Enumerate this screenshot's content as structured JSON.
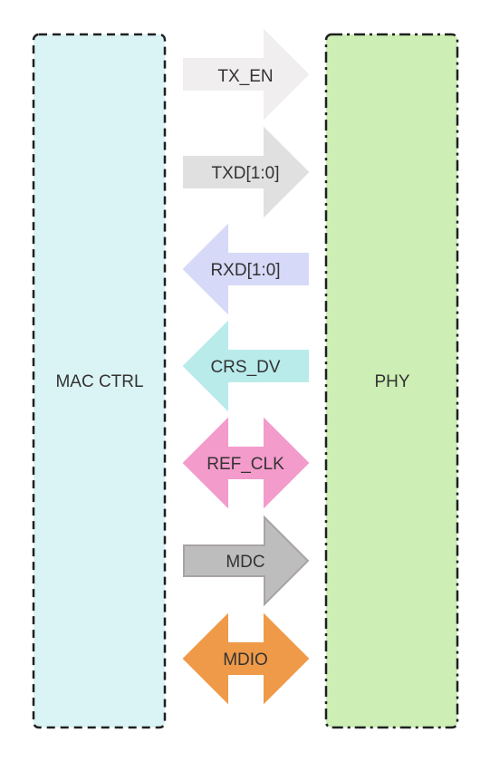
{
  "blocks": {
    "mac": {
      "label": "MAC CTRL",
      "fill": "#daf3f4",
      "stroke": "#1f1f1f"
    },
    "phy": {
      "label": "PHY",
      "fill": "#cdeeb5",
      "stroke": "#1f1f1f"
    }
  },
  "signals": [
    {
      "name": "TX_EN",
      "direction": "to-phy",
      "fill": "#f0eeee",
      "stroke": "#f0eeee"
    },
    {
      "name": "TXD[1:0]",
      "direction": "to-phy",
      "fill": "#e0e0e0",
      "stroke": "#e0e0e0"
    },
    {
      "name": "RXD[1:0]",
      "direction": "to-mac",
      "fill": "#d7d9f8",
      "stroke": "#d7d9f8"
    },
    {
      "name": "CRS_DV",
      "direction": "to-mac",
      "fill": "#b9ebeb",
      "stroke": "#b9ebeb"
    },
    {
      "name": "REF_CLK",
      "direction": "bidirectional",
      "fill": "#f39bcb",
      "stroke": "#f39bcb"
    },
    {
      "name": "MDC",
      "direction": "to-phy",
      "fill": "#bdbdbd",
      "stroke": "#a9a3a3"
    },
    {
      "name": "MDIO",
      "direction": "bidirectional",
      "fill": "#ef9a48",
      "stroke": "#ef9a48"
    }
  ]
}
